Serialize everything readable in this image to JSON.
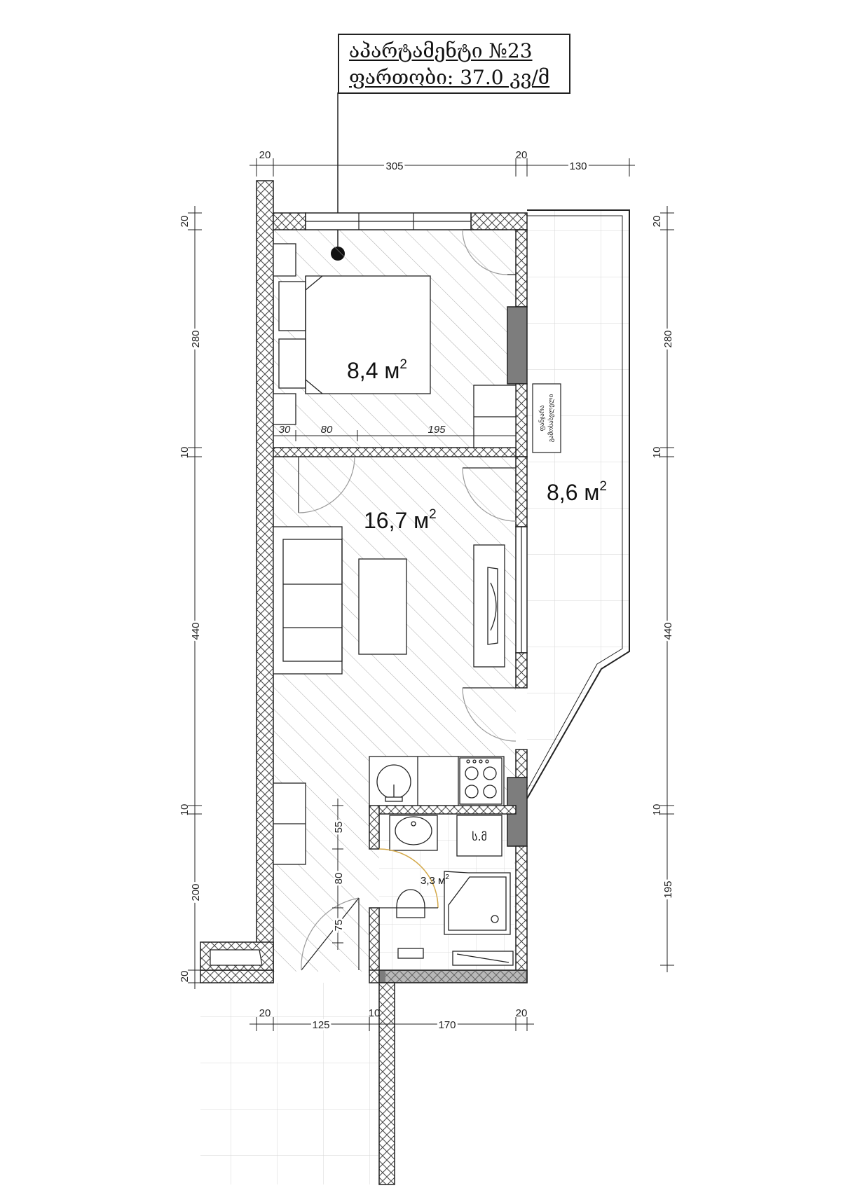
{
  "title": {
    "line1": "აპარტამენტი №23",
    "line2": "ფართობი: 37.0 კვ/მ"
  },
  "rooms": {
    "bedroom": {
      "value": "8,4 м",
      "sup": "2"
    },
    "living": {
      "value": "16,7 м",
      "sup": "2"
    },
    "terrace": {
      "value": "8,6 м",
      "sup": "2"
    },
    "bathroom": {
      "value": "3,3 м",
      "sup": "2"
    }
  },
  "labels": {
    "washing_machine": "ს.მ",
    "panel_line1": "ფანჯარა",
    "panel_line2": "გამოსასვლელი"
  },
  "dims_top": [
    "20",
    "305",
    "20",
    "130"
  ],
  "dims_bottom": [
    "20",
    "125",
    "10",
    "170",
    "20"
  ],
  "dims_inner": [
    "30",
    "80",
    "195"
  ],
  "dims_left": [
    "20",
    "280",
    "10",
    "440",
    "10",
    "200",
    "20"
  ],
  "dims_right": [
    "20",
    "280",
    "10",
    "440",
    "10",
    "195"
  ],
  "dims_door": [
    "55",
    "80",
    "75"
  ],
  "colors": {
    "line": "#222222",
    "hatch": "#9a9a9a",
    "dark_fill": "#7d7d7d",
    "door_arc_accent": "#d4a94a"
  }
}
